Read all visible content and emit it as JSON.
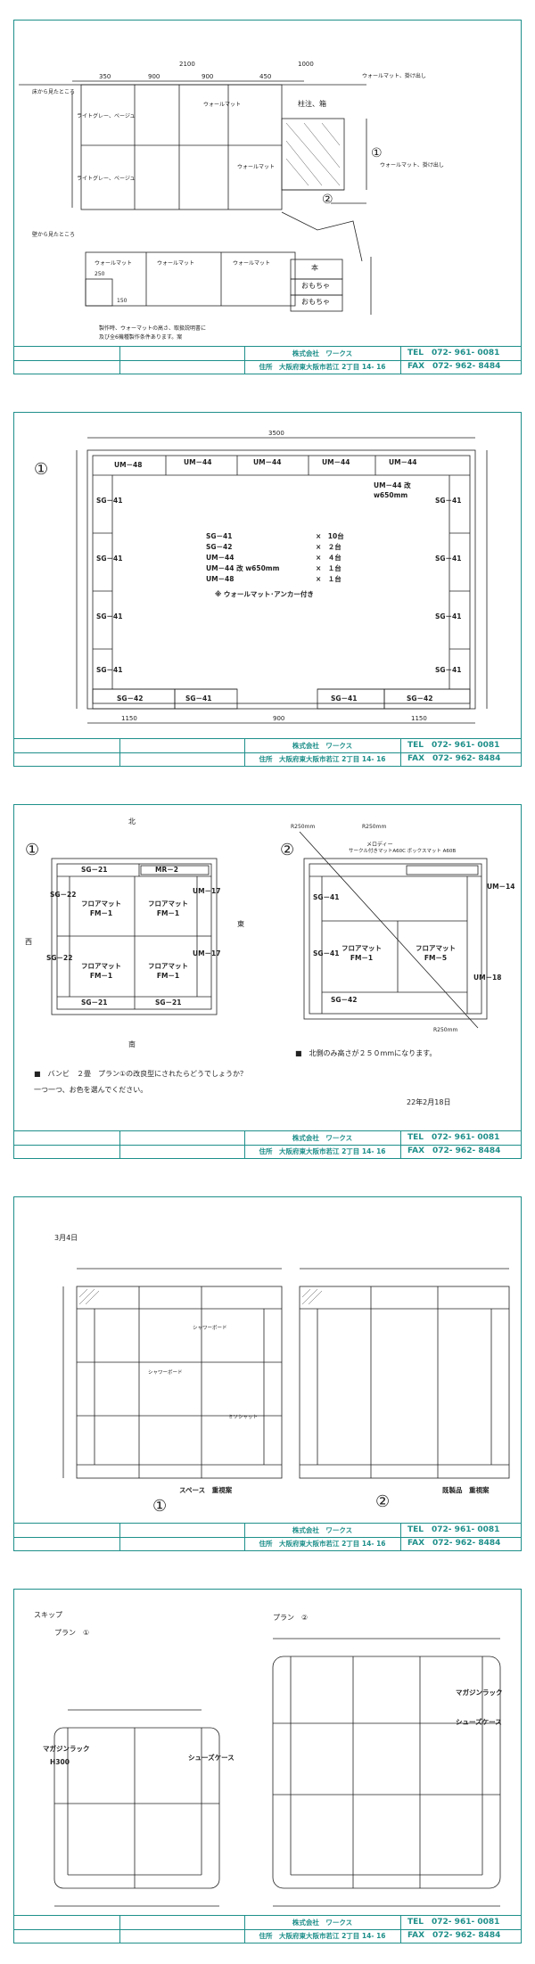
{
  "titleblock": {
    "company": "株式会社　ワークス",
    "address": "住所　大阪府東大阪市若江 2丁目 14- 16",
    "tel": "TEL　072- 961- 0081",
    "fax": "FAX　072- 962- 8484"
  },
  "sheet1": {
    "dims": {
      "total": "2100",
      "d350": "350",
      "d900a": "900",
      "d900b": "900",
      "d450": "450",
      "d1000": "1000"
    },
    "labels": {
      "tape1": "ウォールマット",
      "tape2": "ウォールマット",
      "tape3": "ウォールマット、掛け出し",
      "tape4": "ウォールマット、掛け出し",
      "side_a": "ライトグレー、ベージュ",
      "side_b": "ライトグレー、ベージュ",
      "top_note": "床から見たところ",
      "mid_note": "壁から見たところ",
      "pillar": "柱注、箱",
      "wall1": "ウォールマット",
      "wall2": "ウォールマット",
      "wall3": "ウォールマット",
      "box1": "本",
      "box2": "おもちゃ",
      "box3": "おもちゃ",
      "d250": "250",
      "d150": "150",
      "note1": "製作時、ウォーマットの高さ、取扱説明書に",
      "note2": "及び全6機種製作条件あります。案"
    },
    "marks": {
      "one": "①",
      "two": "②"
    }
  },
  "sheet2": {
    "mark": "①",
    "dims": {
      "total": "3500",
      "d1150a": "1150",
      "d900": "900",
      "d1150b": "1150"
    },
    "top_mats": [
      "UM－48",
      "UM－44",
      "UM－44",
      "UM－44",
      "UM－44"
    ],
    "um44_note": "UM－44 改 w650mm",
    "left_mats": [
      "SG－41",
      "SG－41",
      "SG－41",
      "SG－41"
    ],
    "right_mats": [
      "SG－41",
      "SG－41",
      "SG－41",
      "SG－41"
    ],
    "bottom_mats": [
      "SG－42",
      "SG－41",
      "SG－41",
      "SG－42"
    ],
    "list": [
      {
        "name": "SG－41",
        "qty": "×　10台"
      },
      {
        "name": "SG－42",
        "qty": "×　２台"
      },
      {
        "name": "UM－44",
        "qty": "×　４台"
      },
      {
        "name": "UM－44 改 w650mm",
        "qty": "×　１台"
      },
      {
        "name": "UM－48",
        "qty": "×　１台"
      }
    ],
    "anchor_note": "※ ウォールマット･アンカー付き"
  },
  "sheet3": {
    "mark1": "①",
    "mark2": "②",
    "north": "北",
    "south": "南",
    "west": "西",
    "east": "東",
    "plan1": {
      "mats": [
        "SG－21",
        "MR－2",
        "SG－22",
        "SG－22",
        "UM－17",
        "UM－17",
        "SG－21",
        "SG－21"
      ],
      "floor": [
        "フロアマット FM－1",
        "フロアマット FM－1",
        "フロアマット FM－1",
        "フロアマット FM－1"
      ]
    },
    "plan2": {
      "mats": [
        "SG－41",
        "SG－41",
        "SG－42",
        "UM－14",
        "UM－18"
      ],
      "floor": [
        "フロアマット FM－1",
        "フロアマット FM－5"
      ],
      "top_note1": "メロディー",
      "top_note2": "サークル付きマットA60C ボックスマット A60B",
      "r1": "R250mm",
      "r2": "R250mm",
      "r3": "R250mm"
    },
    "north_note": "■　北側のみ高さが２５０mmになります。",
    "question": "■　バンビ　２畳　プラン①の改良型にされたらどうでしょうか？",
    "choose": "一つ一つ、お色を選んでください。",
    "date": "22年2月18日"
  },
  "sheet4": {
    "date": "3月4日",
    "plan1_caption": "スペース　重視案",
    "plan2_caption": "既製品　重視案",
    "mark1": "①",
    "mark2": "②",
    "notes": [
      "シャワーボード",
      "シャワーボード",
      "ミソシャット"
    ]
  },
  "sheet5": {
    "title": "スキップ",
    "plan1": "プラン　①",
    "plan2": "プラン　②",
    "mag1": "マガジンラック",
    "mag1h": "H300",
    "shoe1": "シューズケース",
    "mag2": "マガジンラック",
    "shoe2": "シューズケース"
  }
}
